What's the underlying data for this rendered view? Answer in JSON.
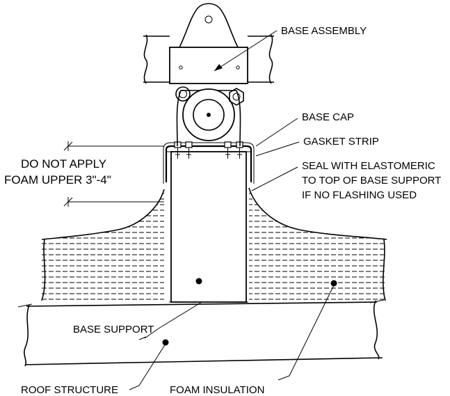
{
  "labels": {
    "base_assembly": "BASE ASSEMBLY",
    "base_cap": "BASE CAP",
    "gasket_strip": "GASKET STRIP",
    "seal_line1": "SEAL WITH ELASTOMERIC",
    "seal_line2": "TO TOP OF BASE SUPPORT",
    "seal_line3": "IF NO FLASHING USED",
    "note_line1": "DO NOT APPLY",
    "note_line2": "FOAM UPPER 3\"-4\"",
    "base_support": "BASE SUPPORT",
    "roof_structure": "ROOF STRUCTURE",
    "foam_insulation": "FOAM INSULATION"
  },
  "colors": {
    "line": "#000000",
    "background": "#ffffff"
  }
}
